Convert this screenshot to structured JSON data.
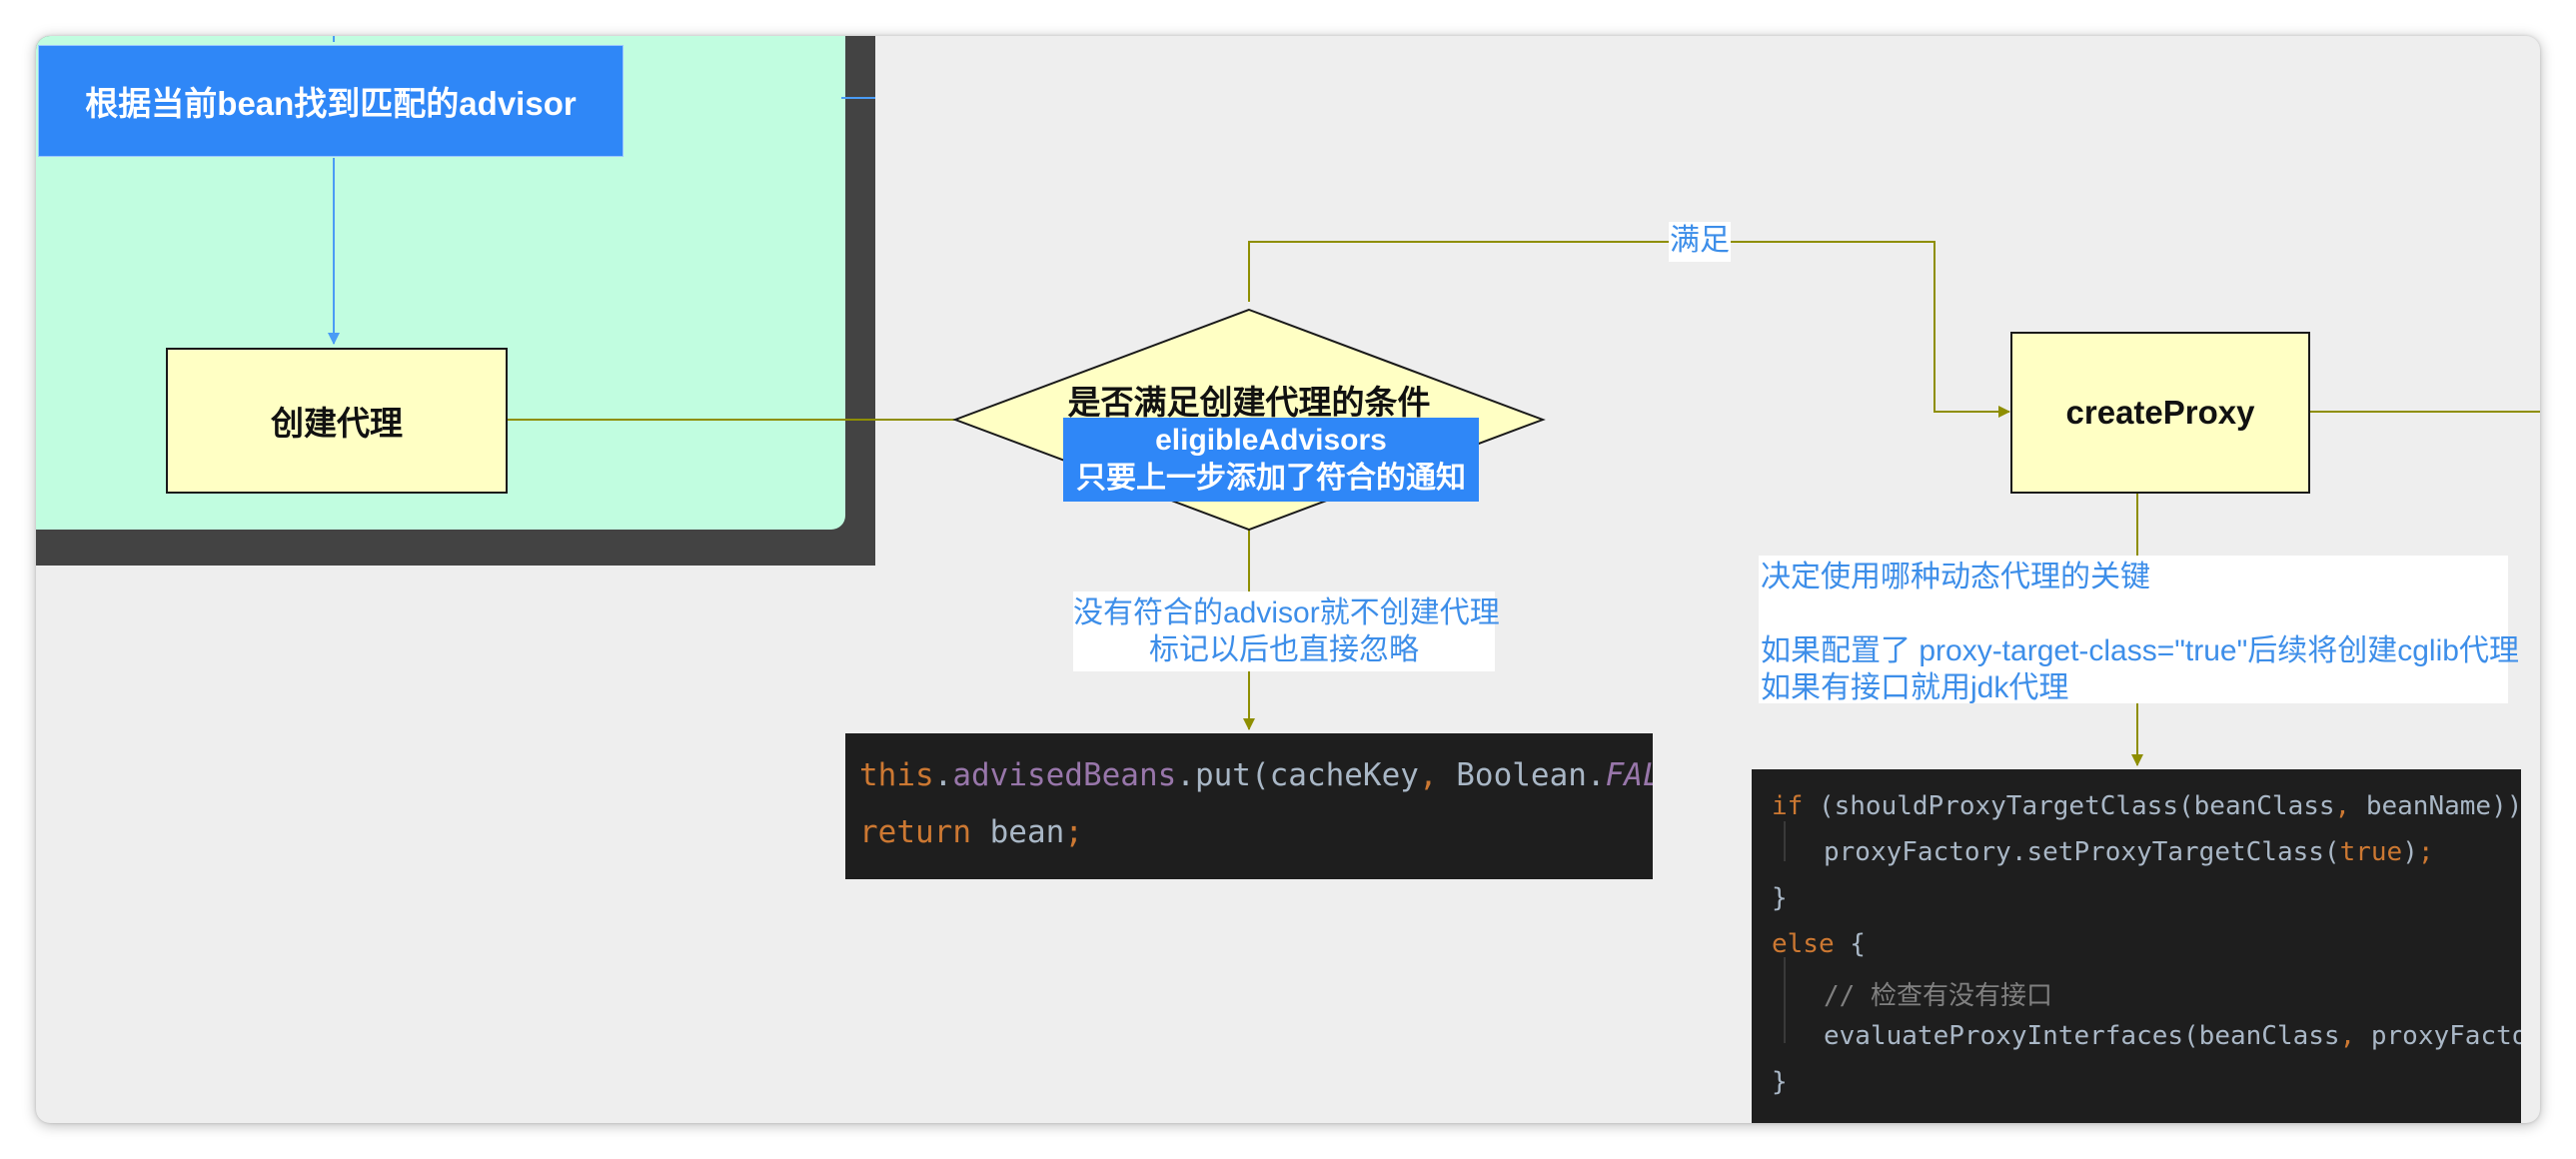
{
  "nodes": {
    "find_advisor": "根据当前bean找到匹配的advisor",
    "create_proxy_step": "创建代理",
    "condition_title": "是否满足创建代理的条件",
    "condition_detail_1": "eligibleAdvisors",
    "condition_detail_2": "只要上一步添加了符合的通知",
    "create_proxy_method": "createProxy"
  },
  "labels": {
    "satisfied": "满足",
    "not_satisfied_1": "没有符合的advisor就不创建代理",
    "not_satisfied_2": "标记以后也直接忽略",
    "proxy_note_1": "决定使用哪种动态代理的关键",
    "proxy_note_2": "如果配置了 proxy-target-class=\"true\"后续将创建cglib代理",
    "proxy_note_3": "如果有接口就用jdk代理"
  },
  "code_left": {
    "line1": {
      "this_kw": "this",
      "dot1": ".",
      "field": "advisedBeans",
      "call": ".put(cacheKey",
      "comma": ",",
      "arg": " Boolean.",
      "const": "FALSE",
      "close": ")",
      "semi": ";"
    },
    "line2": {
      "return_kw": "return",
      "value": " bean",
      "semi": ";"
    }
  },
  "code_right": {
    "line1": {
      "if_kw": "if",
      "cond_open": " (shouldProxyTargetClass(beanClass",
      "comma": ",",
      "cond_close": " beanName)) {"
    },
    "line2": {
      "call": "proxyFactory.setProxyTargetClass(",
      "true_kw": "true",
      "close": ")",
      "semi": ";"
    },
    "line3": "}",
    "line4": {
      "else_kw": "else",
      "brace": " {"
    },
    "line5": "// 检查有没有接口",
    "line6": {
      "call": "evaluateProxyInterfaces(beanClass",
      "comma": ",",
      "arg": " proxyFactory)",
      "semi": ";"
    },
    "line7": "}"
  },
  "colors": {
    "canvas": "#eeeeee",
    "flow_blue": "#2f87f7",
    "node_yellow": "#ffffc4",
    "container_green": "#c1fde0",
    "connector_olive": "#8e8e00",
    "connector_blue": "#4a9cf5",
    "label_text": "#3d8ee9",
    "code_bg": "#1e1e1e"
  }
}
